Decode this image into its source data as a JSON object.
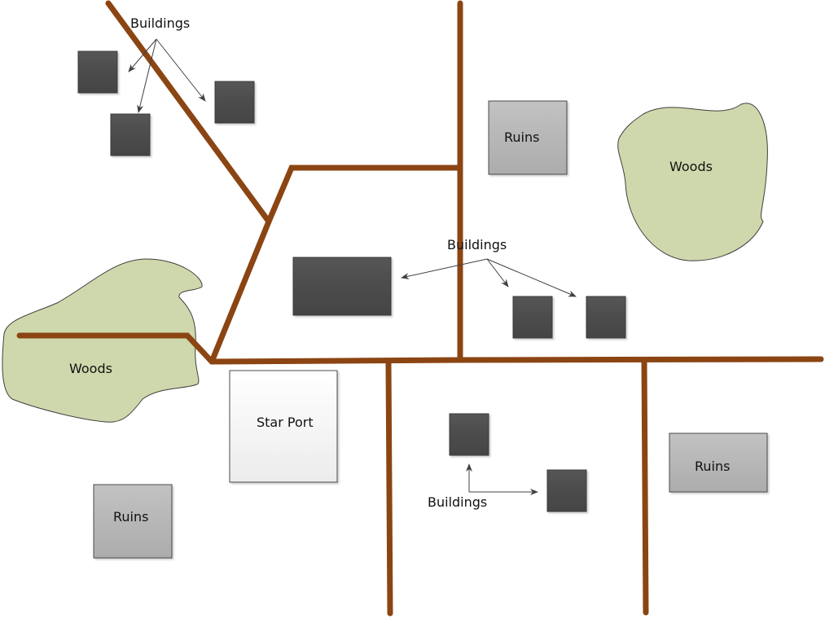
{
  "title": "Settlement Map",
  "colors": {
    "road": "#8b4513",
    "woods": "#cfd8ac",
    "building": "#4a4a4a",
    "ruins": "#b5b5b5",
    "starport": "#f2f2f2"
  },
  "labels": {
    "buildings_nw": "Buildings",
    "buildings_center": "Buildings",
    "buildings_south": "Buildings",
    "ruins_north": "Ruins",
    "ruins_east": "Ruins",
    "ruins_sw": "Ruins",
    "woods_east": "Woods",
    "woods_west": "Woods",
    "star_port": "Star Port"
  },
  "legend_icons": {
    "road": "road-line",
    "building": "building-square",
    "ruins": "ruins-square",
    "woods": "woods-blob",
    "arrow": "arrow-pointer"
  }
}
